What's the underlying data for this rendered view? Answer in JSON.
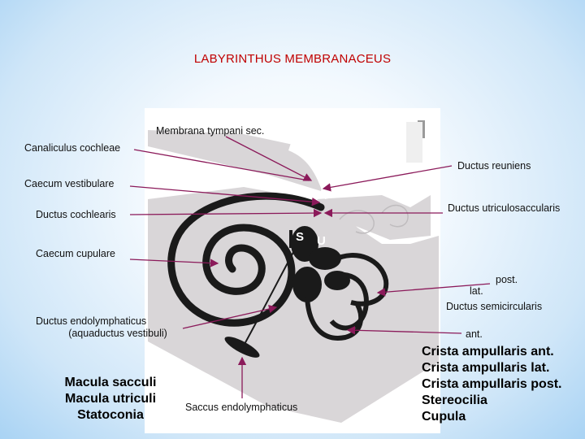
{
  "title": "LABYRINTHUS MEMBRANACEUS",
  "labels": {
    "membrana_tympani": "Membrana tympani sec.",
    "canaliculus": "Canaliculus cochleae",
    "ductus_reuniens": "Ductus reuniens",
    "caecum_vestibulare": "Caecum vestibulare",
    "ductus_utriculosaccularis": "Ductus utriculosaccularis",
    "ductus_cochlearis": "Ductus cochlearis",
    "caecum_cupulare": "Caecum cupulare",
    "post": "post.",
    "lat": "lat.",
    "ductus_semicircularis": "Ductus semicircularis",
    "ductus_endolymphaticus": "Ductus endolymphaticus",
    "aquaductus": "(aquaductus vestibuli)",
    "ant": "ant.",
    "saccus": "Saccus endolymphaticus",
    "s_letter": "S",
    "u_letter": "U"
  },
  "left_list": [
    "Macula sacculi",
    "Macula utriculi",
    "Statoconia"
  ],
  "right_list": [
    "Crista ampullaris ant.",
    "Crista ampullaris lat.",
    "Crista ampullaris post.",
    "Stereocilia",
    "Cupula"
  ],
  "colors": {
    "title": "#c00000",
    "pointer_line": "#8b1a5a",
    "bone_fill": "#d9d6d8",
    "duct_fill": "#1a1a1a",
    "background_edge": "#a9d3f4"
  }
}
